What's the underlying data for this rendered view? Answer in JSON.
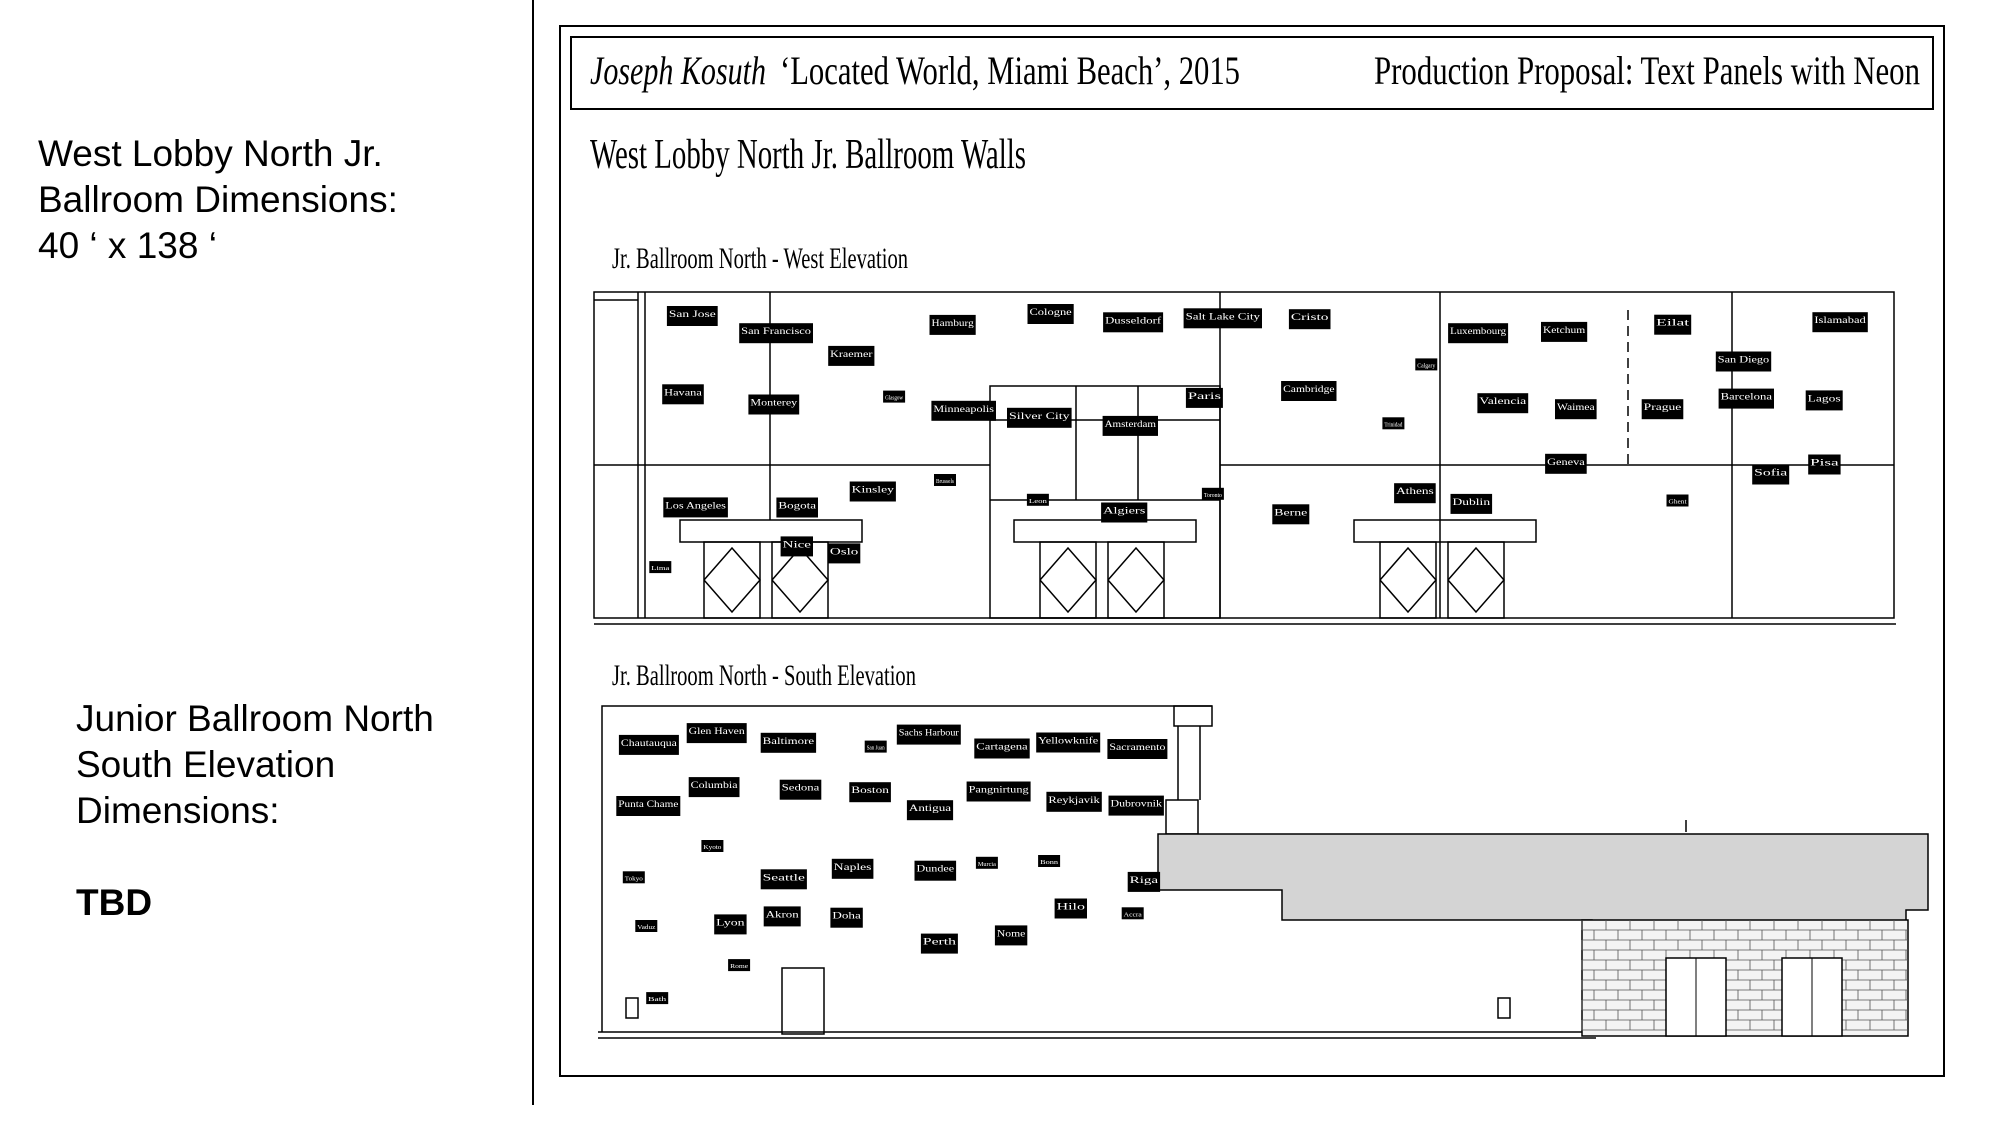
{
  "notes": {
    "west_lobby": {
      "line1": "West Lobby North Jr.",
      "line2": "Ballroom Dimensions:",
      "line3": "40 ‘ x 138 ‘"
    },
    "south_elevation": {
      "line1": "Junior Ballroom North",
      "line2": "South Elevation",
      "line3": "Dimensions:",
      "value": "TBD"
    }
  },
  "sheet": {
    "title_left": "Joseph Kosuth",
    "title_quote": "‘Located World, Miami Beach’, 2015",
    "title_right": "Production Proposal: Text Panels with Neon",
    "subtitle": "West Lobby North Jr. Ballroom Walls",
    "west_elevation_label": "Jr. Ballroom North - West Elevation",
    "south_elevation_label": "Jr. Ballroom North - South Elevation"
  },
  "west_panels": [
    "San Jose",
    "San Francisco",
    "Kraemer",
    "Hamburg",
    "Cologne",
    "Dusseldorf",
    "Salt Lake City",
    "Cristo",
    "Calgary",
    "Luxembourg",
    "Ketchum",
    "Eilat",
    "San Diego",
    "Islamabad",
    "Havana",
    "Monterey",
    "Glasgow",
    "Minneapolis",
    "Silver City",
    "Amsterdam",
    "Paris",
    "Cambridge",
    "Trinidad",
    "Valencia",
    "Waimea",
    "Prague",
    "Barcelona",
    "Lagos",
    "Los Angeles",
    "Bogota",
    "Kinsley",
    "Brussels",
    "Leon",
    "Algiers",
    "Toronto",
    "Berne",
    "Athens",
    "Dublin",
    "Geneva",
    "Ghent",
    "Sofia",
    "Pisa",
    "Lima",
    "Nice",
    "Oslo"
  ],
  "south_panels": [
    "Chautauqua",
    "Glen Haven",
    "Baltimore",
    "San Juan",
    "Sachs Harbour",
    "Cartagena",
    "Yellowknife",
    "Sacramento",
    "Punta Chame",
    "Columbia",
    "Sedona",
    "Boston",
    "Antigua",
    "Pangnirtung",
    "Reykjavik",
    "Dubrovnik",
    "Tokyo",
    "Kyoto",
    "Seattle",
    "Naples",
    "Dundee",
    "Murcia",
    "Bonn",
    "Riga",
    "Vaduz",
    "Lyon",
    "Akron",
    "Doha",
    "Perth",
    "Nome",
    "Hilo",
    "Accra",
    "Bath",
    "Rome"
  ]
}
